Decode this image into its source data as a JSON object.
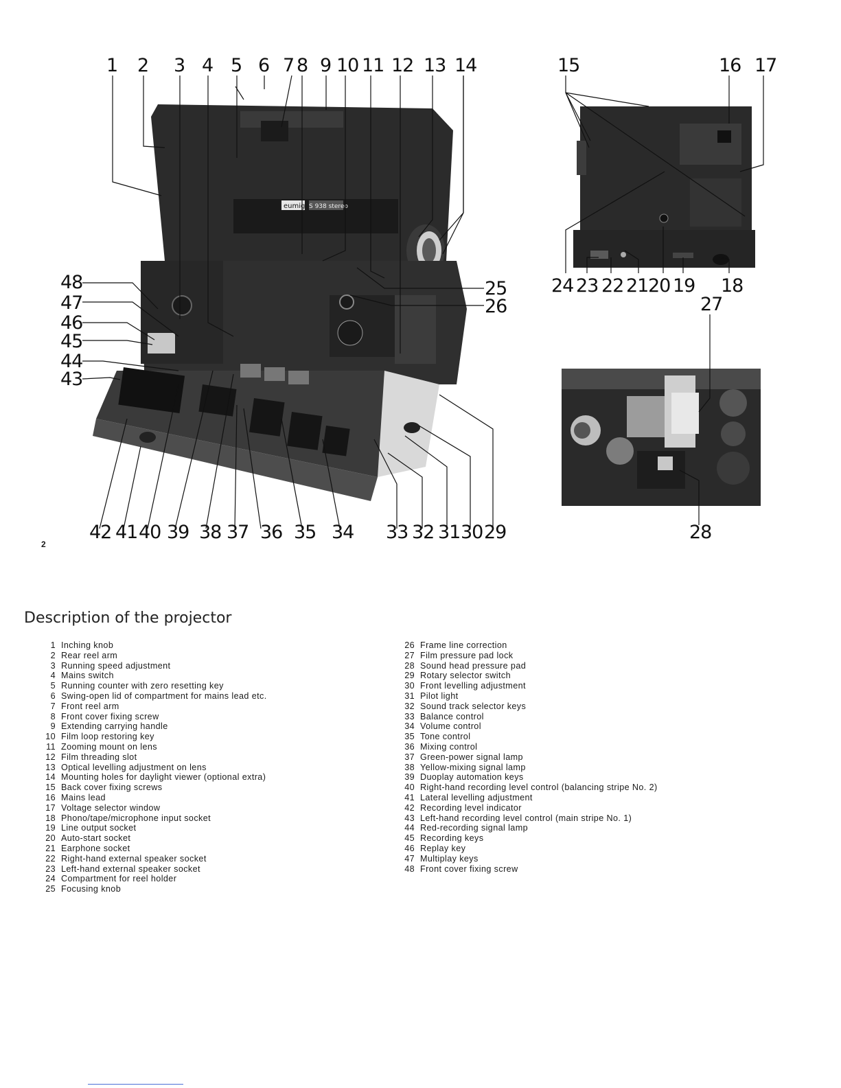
{
  "page_number": "2",
  "heading": "Description of the projector",
  "callouts_top": [
    "1",
    "2",
    "3",
    "4",
    "5",
    "6",
    "7",
    "8",
    "9",
    "10",
    "11",
    "12",
    "13",
    "14"
  ],
  "callouts_bottom": [
    "42",
    "41",
    "40",
    "39",
    "38",
    "37",
    "36",
    "35",
    "34",
    "33",
    "32",
    "31",
    "30",
    "29"
  ],
  "callouts_left": [
    "48",
    "47",
    "46",
    "45",
    "44",
    "43"
  ],
  "callouts_right": [
    "25",
    "26"
  ],
  "callouts_back": [
    "15",
    "16",
    "17",
    "24",
    "23",
    "22",
    "21",
    "20",
    "19",
    "18"
  ],
  "callouts_inner": [
    "27",
    "28"
  ],
  "lens_labels": {
    "brand": "eumig",
    "model": "S 938 stereo"
  },
  "parts": [
    {
      "n": "1",
      "label": "Inching knob"
    },
    {
      "n": "2",
      "label": "Rear reel arm"
    },
    {
      "n": "3",
      "label": "Running speed adjustment"
    },
    {
      "n": "4",
      "label": "Mains switch"
    },
    {
      "n": "5",
      "label": "Running counter with zero resetting key"
    },
    {
      "n": "6",
      "label": "Swing-open lid of compartment for mains lead etc."
    },
    {
      "n": "7",
      "label": "Front reel arm"
    },
    {
      "n": "8",
      "label": "Front cover fixing screw"
    },
    {
      "n": "9",
      "label": "Extending carrying handle"
    },
    {
      "n": "10",
      "label": "Film loop restoring key"
    },
    {
      "n": "11",
      "label": "Zooming mount on lens"
    },
    {
      "n": "12",
      "label": "Film threading slot"
    },
    {
      "n": "13",
      "label": "Optical levelling adjustment on lens"
    },
    {
      "n": "14",
      "label": "Mounting holes for daylight viewer (optional extra)"
    },
    {
      "n": "15",
      "label": "Back cover fixing screws"
    },
    {
      "n": "16",
      "label": "Mains lead"
    },
    {
      "n": "17",
      "label": "Voltage selector window"
    },
    {
      "n": "18",
      "label": "Phono/tape/microphone input socket"
    },
    {
      "n": "19",
      "label": "Line output socket"
    },
    {
      "n": "20",
      "label": "Auto-start socket"
    },
    {
      "n": "21",
      "label": "Earphone socket"
    },
    {
      "n": "22",
      "label": "Right-hand external speaker socket"
    },
    {
      "n": "23",
      "label": "Left-hand external speaker socket"
    },
    {
      "n": "24",
      "label": "Compartment for reel holder"
    },
    {
      "n": "25",
      "label": "Focusing knob"
    },
    {
      "n": "26",
      "label": "Frame line correction"
    },
    {
      "n": "27",
      "label": "Film pressure pad lock"
    },
    {
      "n": "28",
      "label": "Sound head pressure pad"
    },
    {
      "n": "29",
      "label": "Rotary selector switch"
    },
    {
      "n": "30",
      "label": "Front levelling adjustment"
    },
    {
      "n": "31",
      "label": "Pilot light"
    },
    {
      "n": "32",
      "label": "Sound track selector keys"
    },
    {
      "n": "33",
      "label": "Balance control"
    },
    {
      "n": "34",
      "label": "Volume control"
    },
    {
      "n": "35",
      "label": "Tone control"
    },
    {
      "n": "36",
      "label": "Mixing control"
    },
    {
      "n": "37",
      "label": "Green-power signal lamp"
    },
    {
      "n": "38",
      "label": "Yellow-mixing signal lamp"
    },
    {
      "n": "39",
      "label": "Duoplay automation keys"
    },
    {
      "n": "40",
      "label": "Right-hand recording level control (balancing stripe No. 2)"
    },
    {
      "n": "41",
      "label": "Lateral levelling adjustment"
    },
    {
      "n": "42",
      "label": "Recording level indicator"
    },
    {
      "n": "43",
      "label": "Left-hand recording level control (main stripe No. 1)"
    },
    {
      "n": "44",
      "label": "Red-recording signal lamp"
    },
    {
      "n": "45",
      "label": "Recording keys"
    },
    {
      "n": "46",
      "label": "Replay key"
    },
    {
      "n": "47",
      "label": "Multiplay keys"
    },
    {
      "n": "48",
      "label": "Front cover fixing screw"
    }
  ]
}
